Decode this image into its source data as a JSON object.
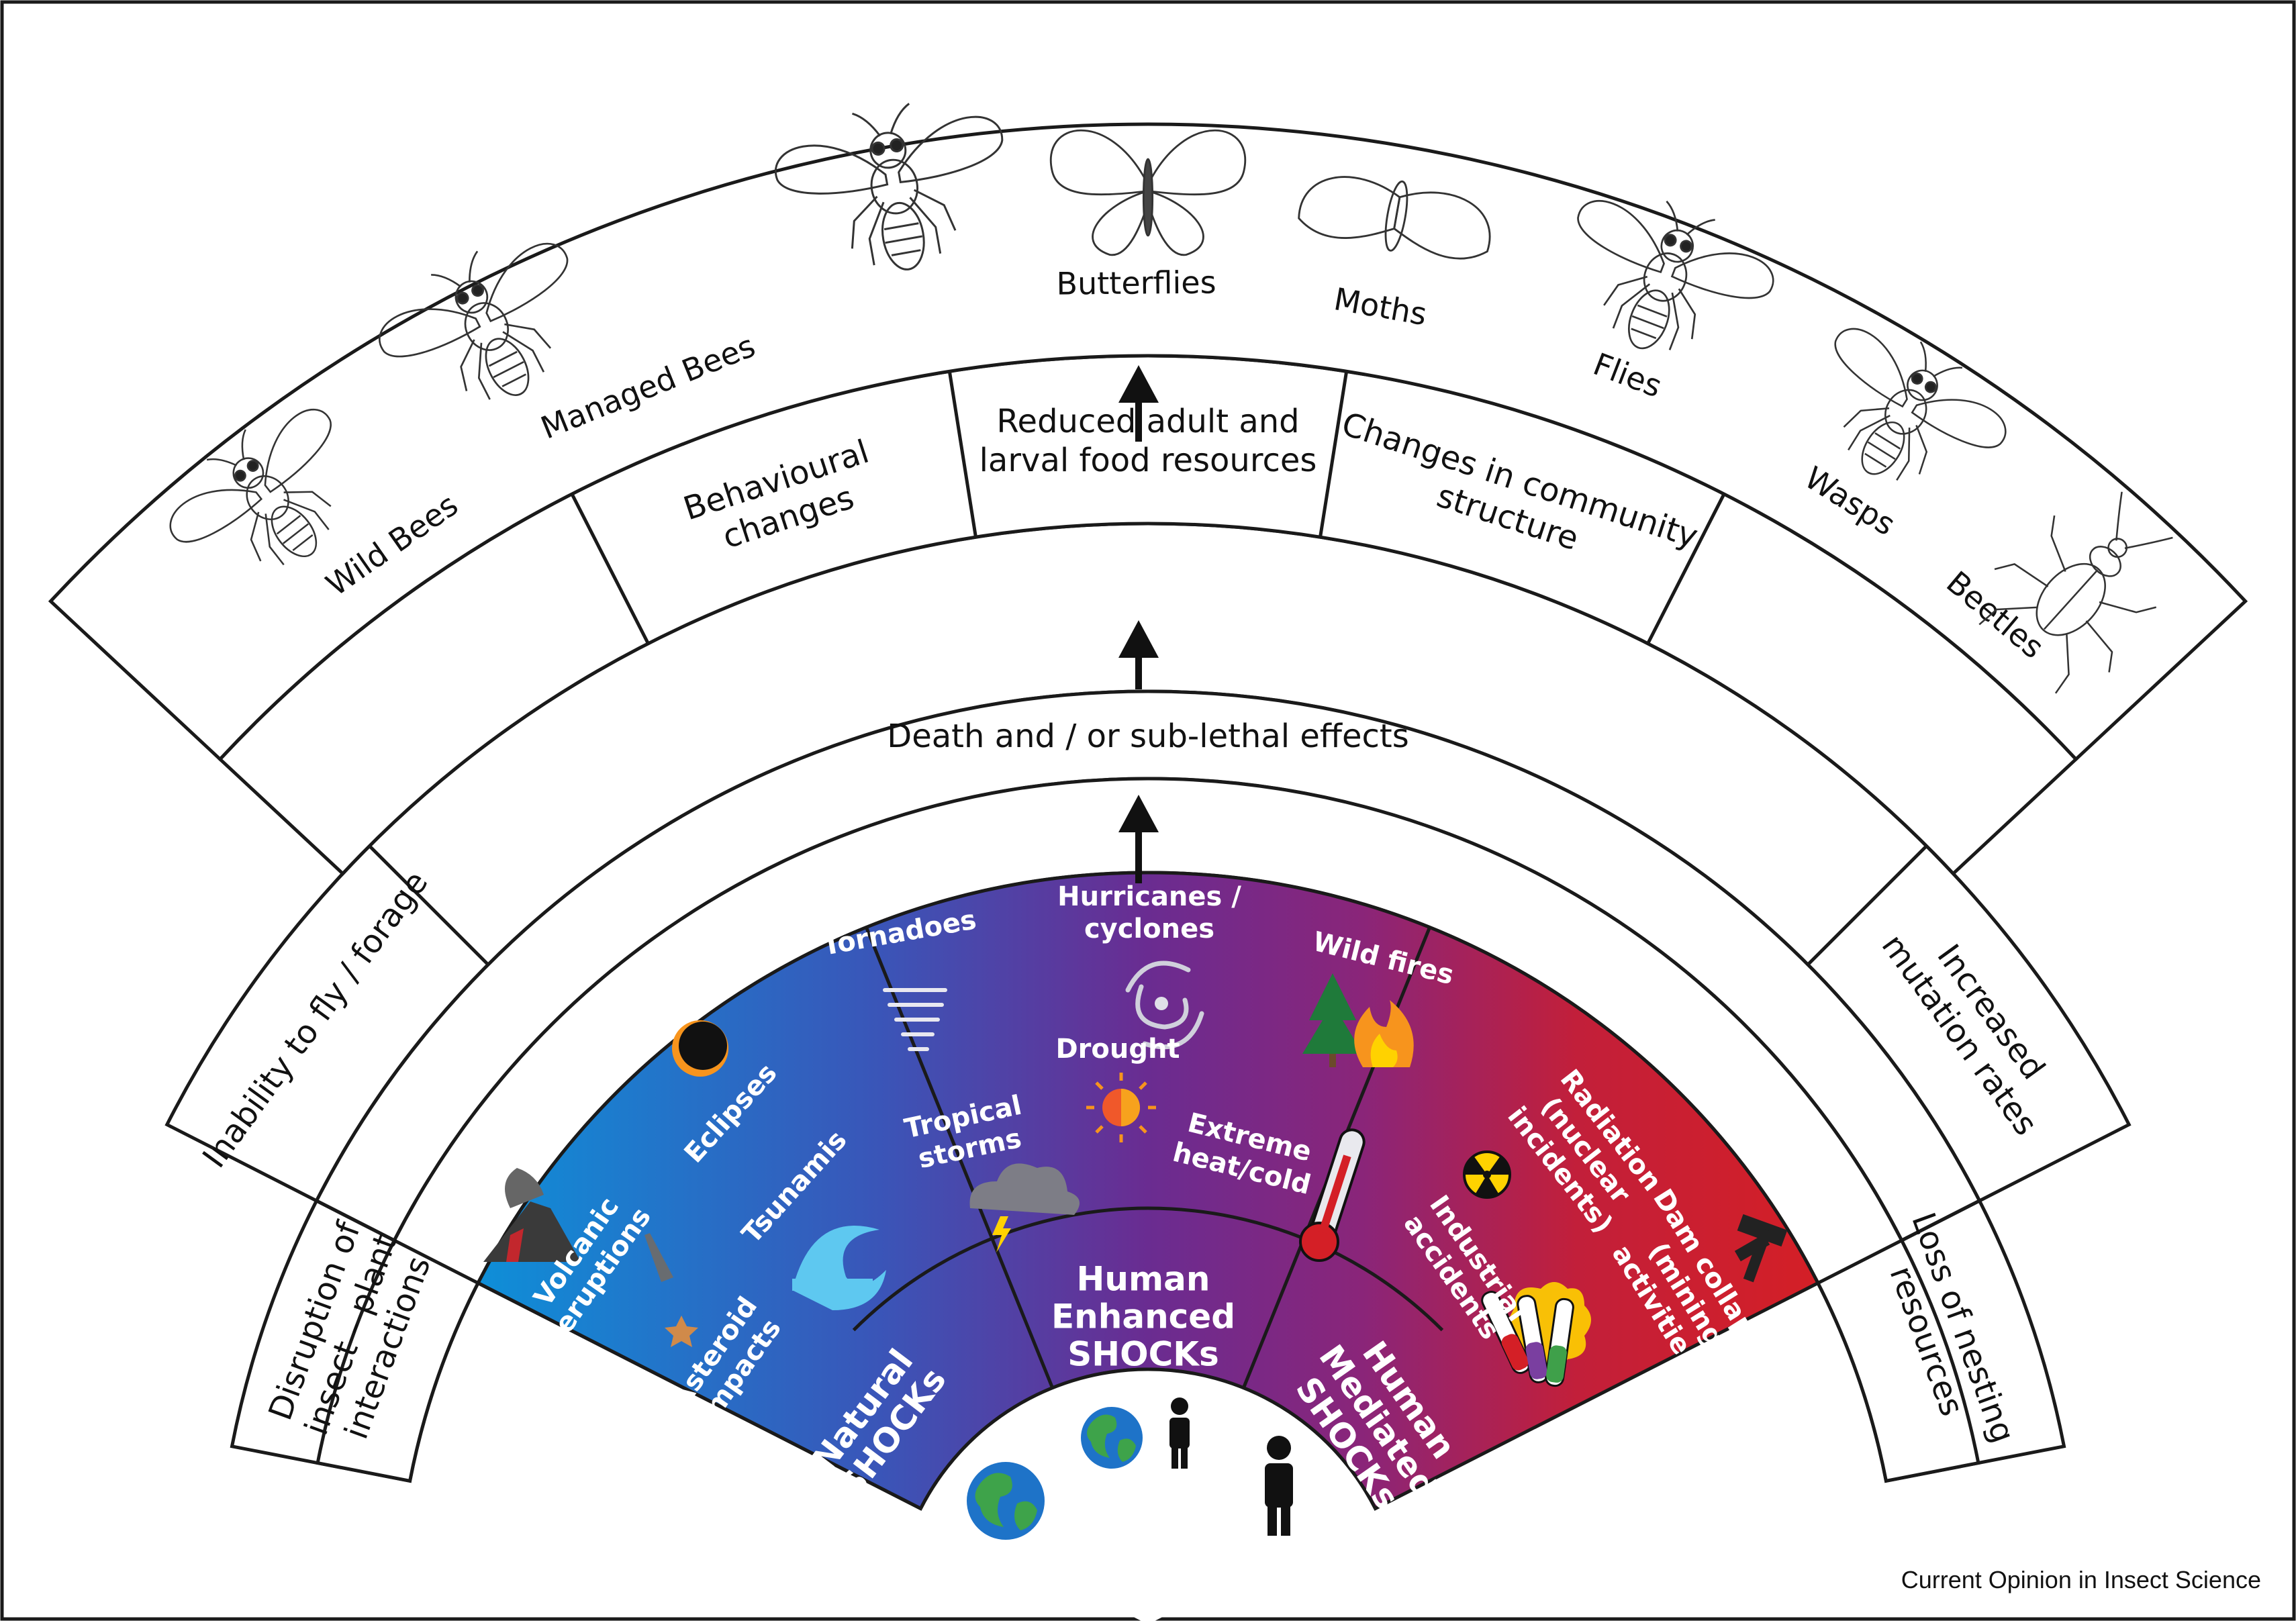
{
  "insect_groups": [
    "Wild Bees",
    "Managed Bees",
    "Butterflies",
    "Moths",
    "Flies",
    "Wasps",
    "Beetles"
  ],
  "community_effects": [
    [
      "Behavioural",
      "changes"
    ],
    [
      "Reduced adult and",
      "larval food resources"
    ],
    [
      "Changes in community",
      "structure"
    ]
  ],
  "individual_effects": {
    "left": "Inability to fly / forage",
    "right": [
      "Increased",
      "mutation rates"
    ]
  },
  "central_effect": "Death and / or sub-lethal effects",
  "outer_effects": {
    "left": [
      "Disruption of",
      "insect - plant",
      "interactions"
    ],
    "right": [
      "Loss of nesting",
      "resources"
    ]
  },
  "shock_categories": {
    "natural": [
      "Natural",
      "SHOCKs"
    ],
    "enhanced": [
      "Human",
      "Enhanced",
      "SHOCKs"
    ],
    "mediated": [
      "Human",
      "Mediated",
      "SHOCKs"
    ]
  },
  "shocks": {
    "eclipses": "Eclipses",
    "tsunamis": "Tsunamis",
    "volcanic": [
      "Volcanic",
      "eruptions"
    ],
    "asteroid": [
      "Asteroid",
      "impacts"
    ],
    "tornadoes": "Tornadoes",
    "hurricanes": [
      "Hurricanes /",
      "cyclones"
    ],
    "wildfires": "Wild fires",
    "drought": "Drought",
    "tropical": [
      "Tropical",
      "storms"
    ],
    "heat": [
      "Extreme",
      "heat/cold"
    ],
    "radiation": [
      "Radiation",
      "(nuclear",
      "incidents)"
    ],
    "industrial": [
      "Industrial",
      "accidents"
    ],
    "dam": [
      "Dam collapse",
      "(mining",
      "activities)"
    ]
  },
  "credit": "Current Opinion in Insect Science",
  "colors": {
    "natural_blue": "#0e8fd8",
    "enhanced_purple": "#6a2c91",
    "mediated_red": "#d41f26",
    "outline": "#1a1a1a",
    "earth_ocean": "#1e73c8",
    "earth_land": "#3ea34a",
    "fire": "#f7941d",
    "radiation_yellow": "#ffd200"
  },
  "icons": [
    "insect-drawing",
    "eclipse-icon",
    "volcano-icon",
    "asteroid-icon",
    "tsunami-icon",
    "tornado-icon",
    "hurricane-icon",
    "wildfire-icon",
    "drought-sun-icon",
    "storm-cloud-icon",
    "thermometer-icon",
    "radiation-icon",
    "test-tube-icon",
    "mining-hammer-icon",
    "earth-icon",
    "person-icon",
    "arrow-up-icon"
  ]
}
